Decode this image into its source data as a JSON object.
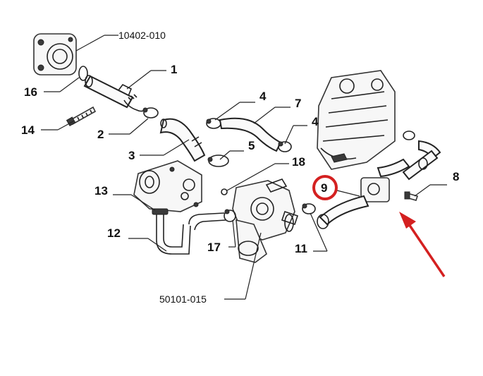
{
  "callouts": {
    "c1": "1",
    "c2": "2",
    "c3": "3",
    "c4a": "4",
    "c4b": "4",
    "c5": "5",
    "c7": "7",
    "c8": "8",
    "c9": "9",
    "c11": "11",
    "c12": "12",
    "c13": "13",
    "c14": "14",
    "c16": "16",
    "c17": "17",
    "c18": "18"
  },
  "part_numbers": {
    "top": "10402-010",
    "bottom": "50101-015"
  },
  "highlight": {
    "circle_color": "#d42020",
    "arrow_color": "#d42020"
  }
}
